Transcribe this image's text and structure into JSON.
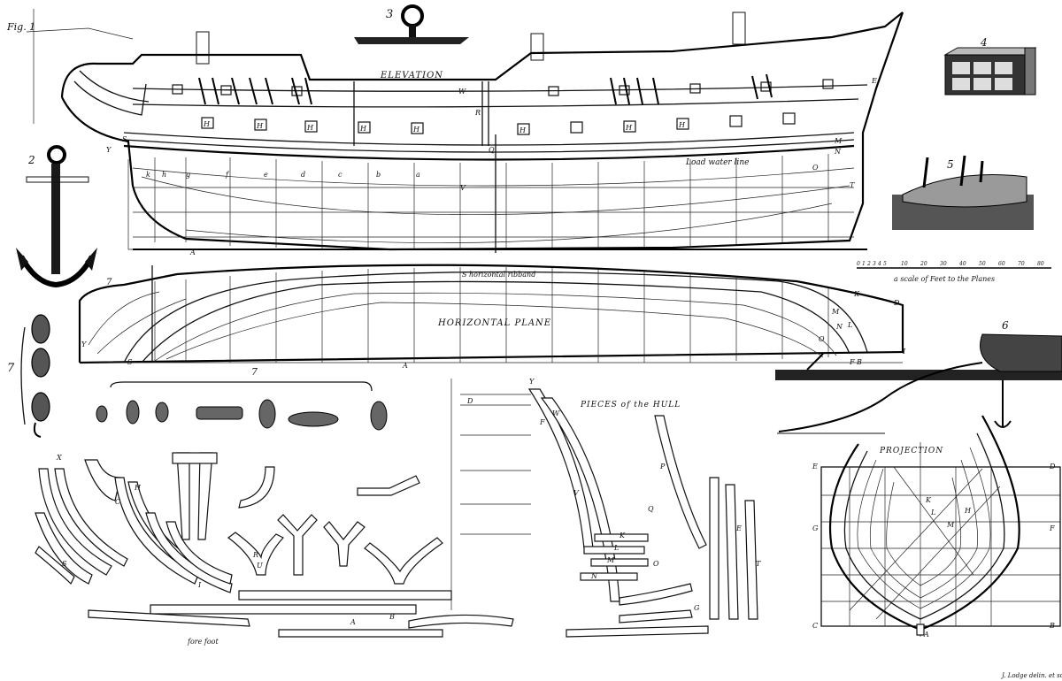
{
  "plate": {
    "fig_label": "Fig. 1",
    "elevation_title": "ELEVATION",
    "horizontal_title": "HORIZONTAL PLANE",
    "pieces_title": "PIECES of the HULL",
    "projection_title": "PROJECTION",
    "load_waterline": "Load water line",
    "horizontal_ribband": "S horizontal ribband",
    "scale_label": "a scale of Feet to the Planes",
    "fore_foot": "fore foot",
    "engraver": "J. Lodge delin. et sculp."
  },
  "figure_numbers": [
    "3",
    "4",
    "5",
    "6",
    "7",
    "7",
    "2"
  ],
  "scale_ticks": [
    "0",
    "1",
    "2",
    "3",
    "4",
    "5",
    "10",
    "20",
    "30",
    "40",
    "50",
    "60",
    "70",
    "80"
  ],
  "elevation_letters": [
    "H",
    "H",
    "H",
    "H",
    "H",
    "H",
    "H",
    "H",
    "W",
    "R",
    "Q",
    "V",
    "E",
    "M",
    "N",
    "O",
    "T",
    "A",
    "S",
    "Y",
    "a",
    "b",
    "c",
    "d",
    "e",
    "f",
    "g",
    "h",
    "k"
  ],
  "horizontal_letters": [
    "Y",
    "A",
    "S",
    "K",
    "M",
    "L",
    "N",
    "O",
    "D",
    "I",
    "F",
    "B"
  ],
  "pieces_letters": [
    "Y",
    "X",
    "W",
    "V",
    "U",
    "T",
    "S",
    "R",
    "Q",
    "P",
    "O",
    "N",
    "M",
    "L",
    "K",
    "I",
    "H",
    "G",
    "F",
    "E",
    "D",
    "C",
    "B",
    "A"
  ],
  "projection_letters": [
    "E",
    "D",
    "G",
    "F",
    "B",
    "A",
    "C",
    "H",
    "M",
    "L",
    "K"
  ]
}
